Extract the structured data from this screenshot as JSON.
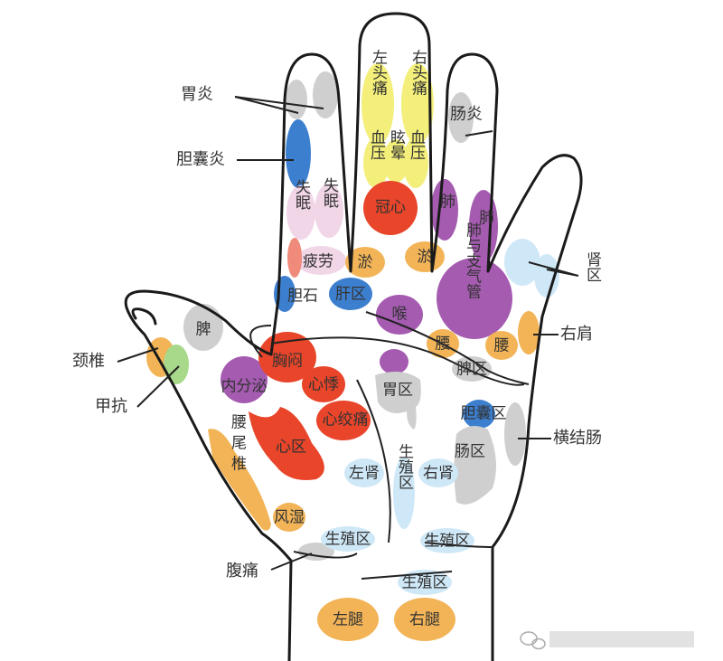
{
  "colors": {
    "yellow": "#f3ef7a",
    "red": "#e8452a",
    "purple": "#a45bb0",
    "blue": "#3d7fcf",
    "light_blue": "#cfe8f7",
    "orange": "#f2b457",
    "gray": "#cfcfcf",
    "pink": "#f1d6e8",
    "green": "#a8d88a"
  },
  "callouts": {
    "stomach_inflammation": "胃炎",
    "cholecystitis": "胆囊炎",
    "cervical_spine": "颈椎",
    "thyroid": "甲抗",
    "abdominal_pain": "腹痛",
    "kidney_area": "肾区",
    "right_shoulder": "右肩",
    "transverse_colon": "横结肠",
    "enteritis": "肠炎"
  },
  "zones": {
    "left_headache": "左头痛",
    "right_headache": "右头痛",
    "blood_pressure_left": "血压",
    "dizziness": "眩晕",
    "blood_pressure_right": "血压",
    "coronary": "冠心",
    "insomnia_left": "失眠",
    "insomnia_right": "失眠",
    "fatigue": "疲劳",
    "stasis_left": "淤",
    "stasis_right": "淤",
    "lung_1": "肺",
    "lung_2": "肺",
    "lung_bronchi": "肺与支气管",
    "gallstone": "胆石",
    "liver": "肝区",
    "throat": "喉",
    "spleen_thumb": "脾",
    "waist_left": "腰",
    "waist_right": "腰",
    "spleen_area": "脾区",
    "chest_tightness": "胸闷",
    "endocrine": "内分泌",
    "palpitation": "心悸",
    "stomach_area": "胃区",
    "angina": "心绞痛",
    "gallbladder_area": "胆囊区",
    "heart_area": "心区",
    "intestine_area": "肠区",
    "left_kidney": "左肾",
    "right_kidney": "右肾",
    "reproductive_vertical": "生殖区",
    "lumbar_coccyx": "腰尾椎",
    "rheumatism": "风湿",
    "reproductive_left": "生殖区",
    "reproductive_right": "生殖区",
    "reproductive_wrist": "生殖区",
    "left_leg": "左腿",
    "right_leg": "右腿"
  },
  "watermark_icon": "wechat-icon"
}
